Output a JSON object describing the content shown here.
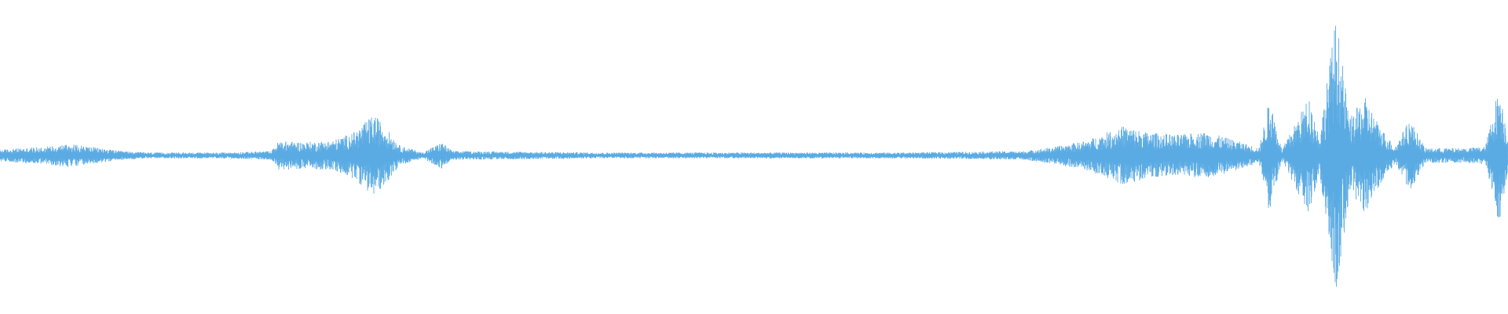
{
  "waveform": {
    "color": "#5aabe3",
    "background": "#ffffff",
    "amplitude_envelope": [
      [
        0.0,
        0.04
      ],
      [
        0.03,
        0.06
      ],
      [
        0.045,
        0.08
      ],
      [
        0.06,
        0.06
      ],
      [
        0.08,
        0.03
      ],
      [
        0.1,
        0.02
      ],
      [
        0.15,
        0.02
      ],
      [
        0.18,
        0.03
      ],
      [
        0.185,
        0.1
      ],
      [
        0.2,
        0.09
      ],
      [
        0.22,
        0.1
      ],
      [
        0.235,
        0.16
      ],
      [
        0.248,
        0.28
      ],
      [
        0.255,
        0.2
      ],
      [
        0.265,
        0.07
      ],
      [
        0.28,
        0.02
      ],
      [
        0.293,
        0.09
      ],
      [
        0.3,
        0.03
      ],
      [
        0.4,
        0.02
      ],
      [
        0.6,
        0.02
      ],
      [
        0.68,
        0.03
      ],
      [
        0.7,
        0.06
      ],
      [
        0.72,
        0.1
      ],
      [
        0.745,
        0.2
      ],
      [
        0.76,
        0.16
      ],
      [
        0.78,
        0.14
      ],
      [
        0.8,
        0.16
      ],
      [
        0.82,
        0.1
      ],
      [
        0.835,
        0.05
      ],
      [
        0.842,
        0.4
      ],
      [
        0.85,
        0.04
      ],
      [
        0.868,
        0.4
      ],
      [
        0.875,
        0.13
      ],
      [
        0.886,
        0.95
      ],
      [
        0.895,
        0.25
      ],
      [
        0.905,
        0.4
      ],
      [
        0.915,
        0.2
      ],
      [
        0.925,
        0.06
      ],
      [
        0.935,
        0.25
      ],
      [
        0.945,
        0.05
      ],
      [
        0.97,
        0.05
      ],
      [
        0.985,
        0.06
      ],
      [
        0.994,
        0.48
      ],
      [
        1.0,
        0.15
      ]
    ]
  }
}
